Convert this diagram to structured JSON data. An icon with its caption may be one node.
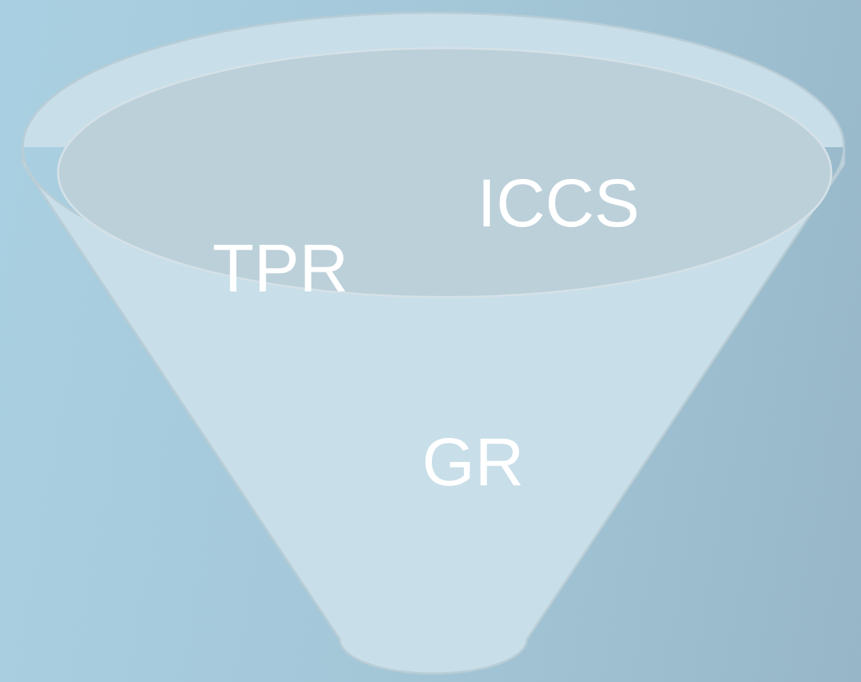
{
  "diagram": {
    "nodes": [
      {
        "text": [
          "GR"
        ]
      },
      {
        "text": [
          "ICCS",
          "TPR"
        ],
        "in": 0
      }
    ]
  }
}
